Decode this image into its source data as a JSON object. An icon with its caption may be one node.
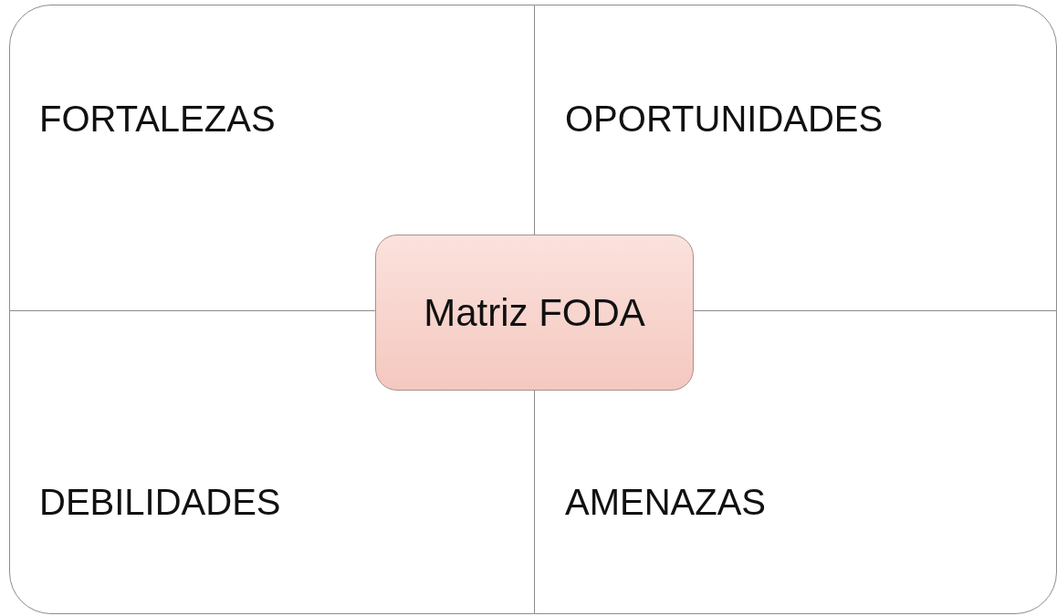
{
  "diagram": {
    "nodes": [
      {
        "text": [
          "FORTALEZAS"
        ]
      },
      {
        "text": [
          "OPORTUNIDADES"
        ]
      },
      {
        "text": [
          "DEBILIDADES"
        ]
      },
      {
        "text": [
          "AMENAZAS"
        ]
      },
      {
        "text": [
          "Matriz FODA"
        ]
      }
    ]
  }
}
